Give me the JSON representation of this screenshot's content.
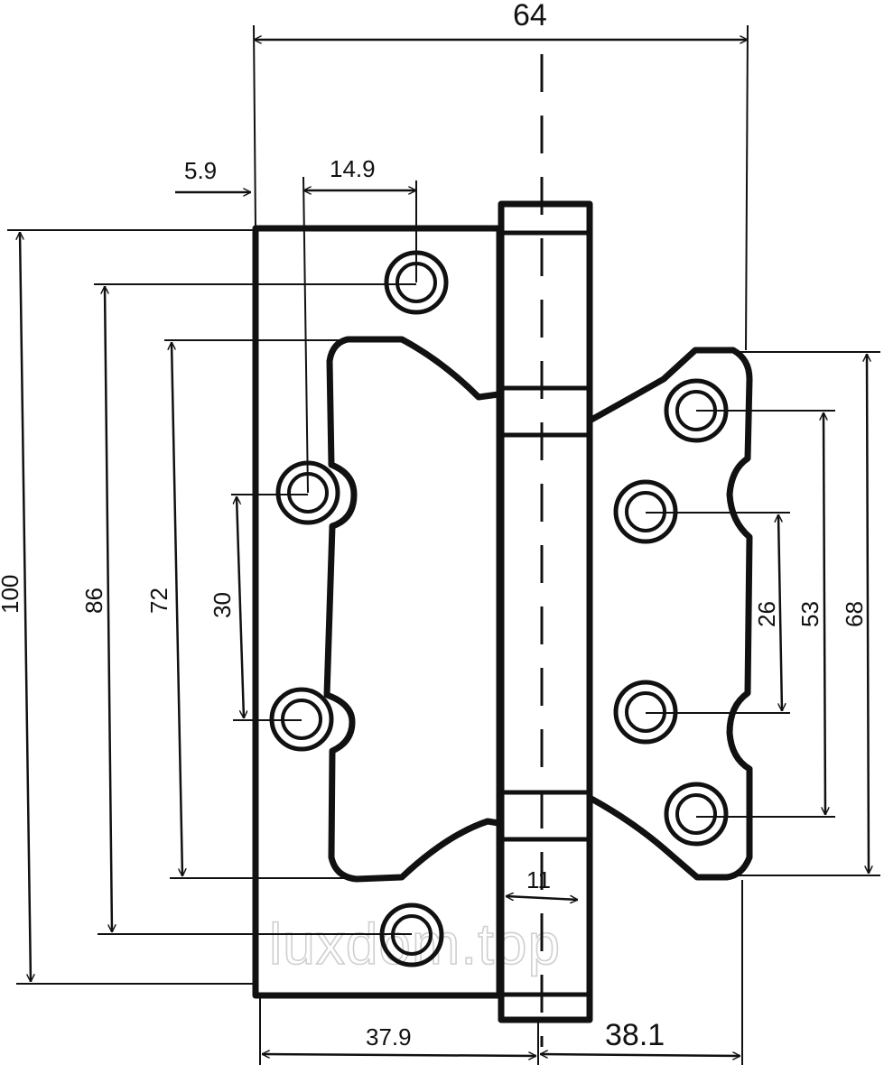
{
  "dimensions": {
    "overall_width": "64",
    "edge_offset": "5.9",
    "hole_offset": "14.9",
    "left_leaf_height": "100",
    "left_outer_holes": "86",
    "left_cutout": "72",
    "left_inner_holes": "30",
    "right_inner_holes": "26",
    "right_outer_holes": "53",
    "right_leaf_height": "68",
    "knuckle_width": "11",
    "left_leaf_width": "37.9",
    "right_leaf_width": "38.1"
  },
  "watermark": "luxdom.top"
}
